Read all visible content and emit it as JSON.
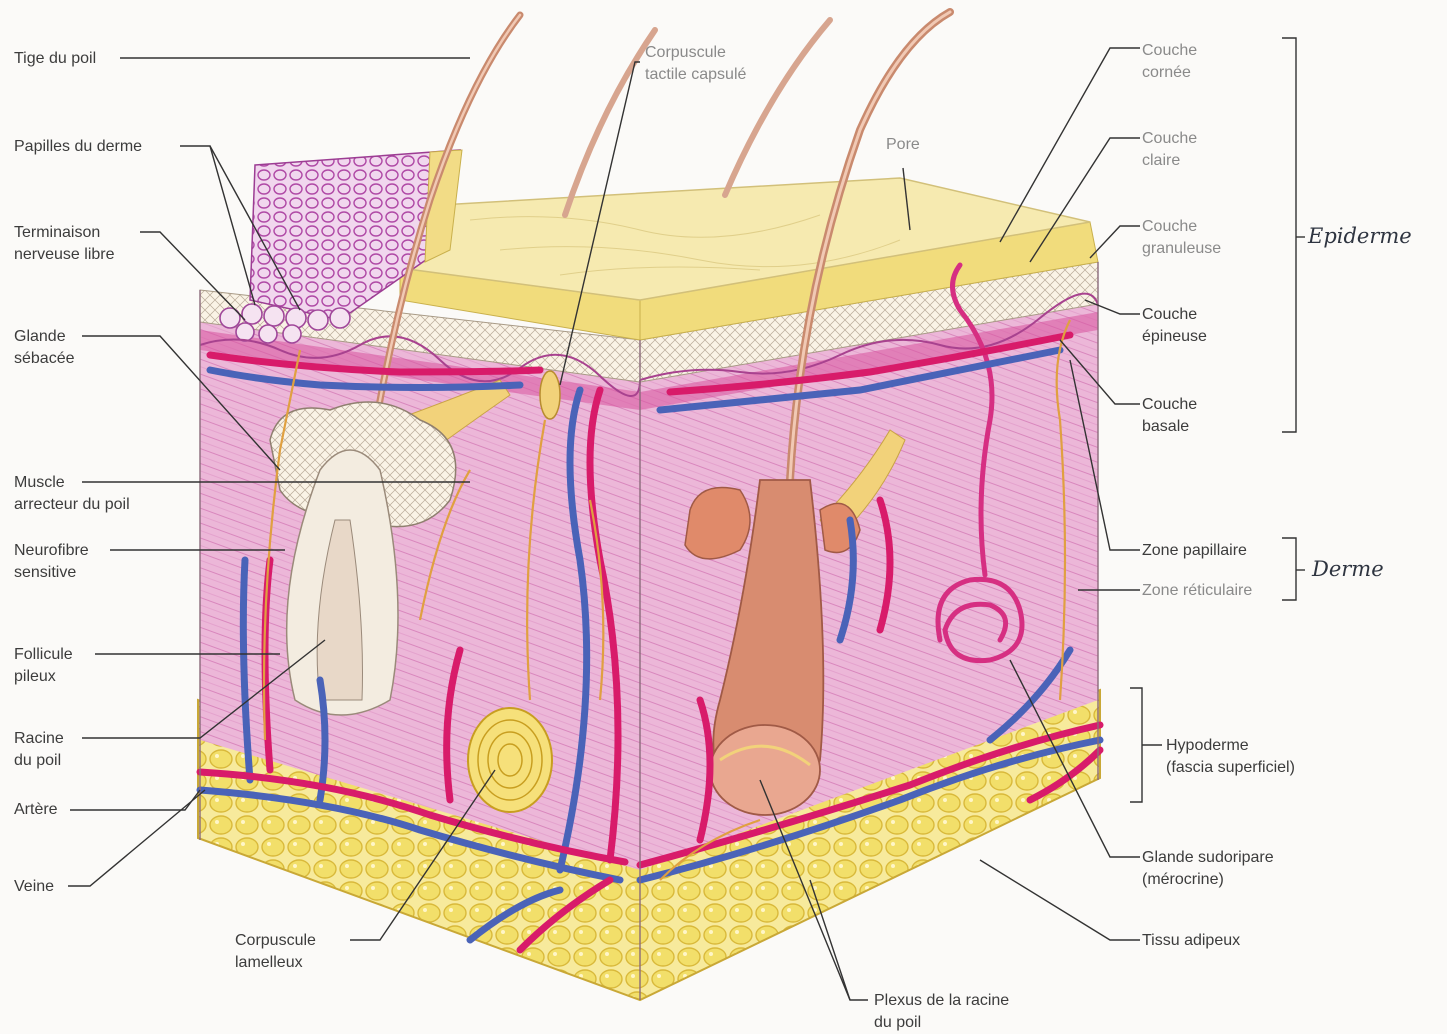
{
  "labels": {
    "tige_du_poil": "Tige du poil",
    "papilles_du_derme": "Papilles du derme",
    "terminaison_nerveuse_libre": "Terminaison\nnerveuse libre",
    "glande_sebacee": "Glande\nsébacée",
    "muscle_arrecteur": "Muscle\narrecteur du poil",
    "neurofibre_sensitive": "Neurofibre\nsensitive",
    "follicule_pileux": "Follicule\npileux",
    "racine_du_poil": "Racine\ndu poil",
    "artere": "Artère",
    "veine": "Veine",
    "corpuscule_lamelleux": "Corpuscule\nlamelleux",
    "corpuscule_tactile_capsule": "Corpuscule\ntactile capsulé",
    "pore": "Pore",
    "couche_cornee": "Couche\ncornée",
    "couche_claire": "Couche\nclaire",
    "couche_granuleuse": "Couche\ngranuleuse",
    "couche_epineuse": "Couche\népineuse",
    "couche_basale": "Couche\nbasale",
    "zone_papillaire": "Zone papillaire",
    "zone_reticulaire": "Zone réticulaire",
    "hypoderme": "Hypoderme\n(fascia superficiel)",
    "glande_sudoripare": "Glande sudoripare\n(mérocrine)",
    "tissu_adipeux": "Tissu adipeux",
    "plexus_racine": "Plexus de la racine\ndu poil"
  },
  "annotations": {
    "epiderme": "Epiderme",
    "derme": "Derme"
  },
  "colors": {
    "epidermis": "#f3e08a",
    "epidermis_top": "#f6eab0",
    "dermis": "#e7a8cf",
    "dermis_dark": "#c94f9e",
    "artery": "#d81b6a",
    "vein": "#4a63b8",
    "fat": "#f2df6a",
    "hair": "#c98a6e",
    "follicle": "#cf7a5c",
    "nerve": "#e0a040",
    "leader": "#333333"
  }
}
